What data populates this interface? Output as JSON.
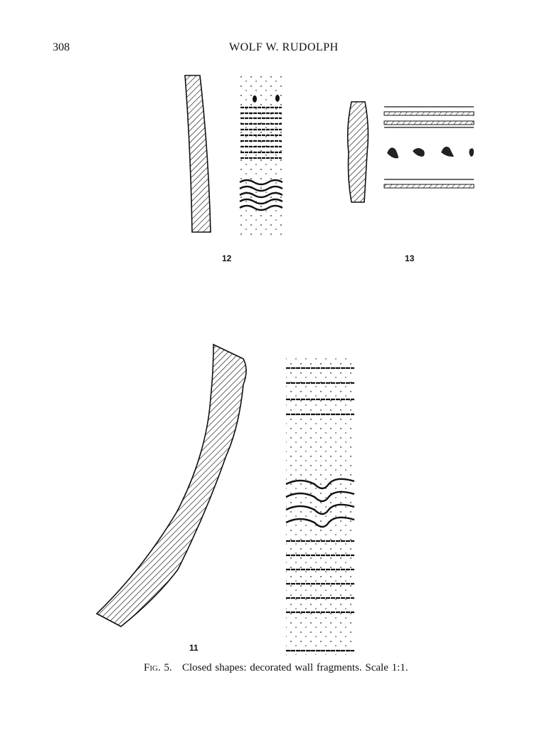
{
  "page": {
    "number": "308",
    "running_head": "WOLF W. RUDOLPH"
  },
  "figures": [
    {
      "id": "12",
      "label": "12",
      "description": "curved wall profile (hatched) with dotted surface, two oval impressions, horizontal grooves and wavy grooves"
    },
    {
      "id": "13",
      "label": "13",
      "description": "wall profile (hatched) with bands of hatched cords and a row of triangular impressed bosses"
    },
    {
      "id": "11",
      "label": "11",
      "description": "long curved ribbed wall profile (hatched) with dotted surface, horizontal grooves and undulating grooves"
    }
  ],
  "caption": {
    "prefix": "Fig. 5.",
    "text": "Closed shapes: decorated wall fragments. Scale 1:1."
  }
}
